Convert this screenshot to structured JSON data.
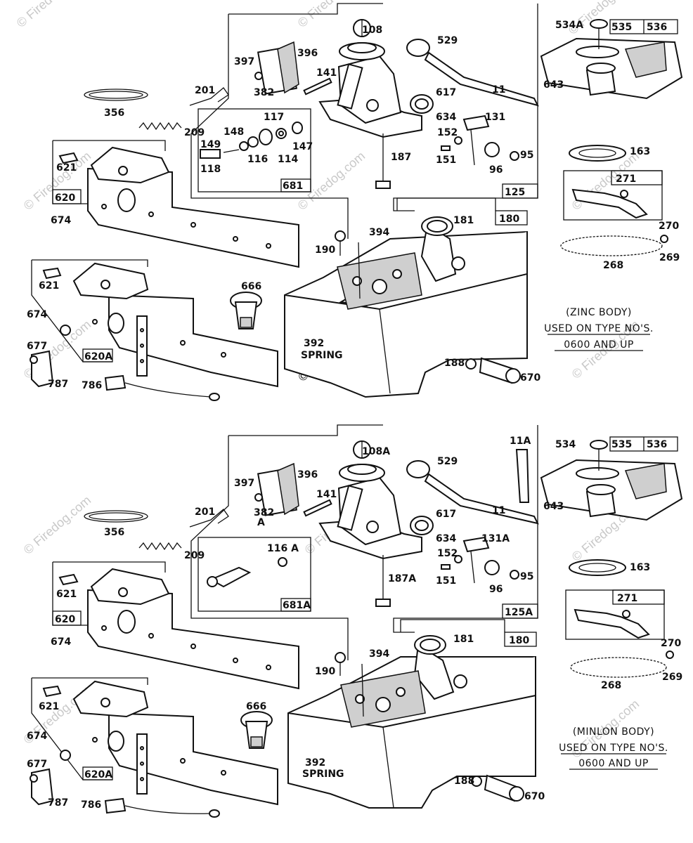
{
  "parts_upper": [
    {
      "id": "u108",
      "label": "108"
    },
    {
      "id": "u529",
      "label": "529"
    },
    {
      "id": "u534a",
      "label": "534A"
    },
    {
      "id": "u535",
      "label": "535"
    },
    {
      "id": "u536",
      "label": "536"
    },
    {
      "id": "u397",
      "label": "397"
    },
    {
      "id": "u396",
      "label": "396"
    },
    {
      "id": "u141",
      "label": "141"
    },
    {
      "id": "u11",
      "label": "11"
    },
    {
      "id": "u643",
      "label": "643"
    },
    {
      "id": "u201",
      "label": "201"
    },
    {
      "id": "u382",
      "label": "382"
    },
    {
      "id": "u617",
      "label": "617"
    },
    {
      "id": "u356",
      "label": "356"
    },
    {
      "id": "u117",
      "label": "117"
    },
    {
      "id": "u634",
      "label": "634"
    },
    {
      "id": "u131",
      "label": "131"
    },
    {
      "id": "u148",
      "label": "148"
    },
    {
      "id": "u152",
      "label": "152"
    },
    {
      "id": "u209",
      "label": "209"
    },
    {
      "id": "u149",
      "label": "149"
    },
    {
      "id": "u147",
      "label": "147"
    },
    {
      "id": "u163",
      "label": "163"
    },
    {
      "id": "u187",
      "label": "187"
    },
    {
      "id": "u95",
      "label": "95"
    },
    {
      "id": "u151",
      "label": "151"
    },
    {
      "id": "u118",
      "label": "118"
    },
    {
      "id": "u116",
      "label": "116"
    },
    {
      "id": "u114",
      "label": "114"
    },
    {
      "id": "u96",
      "label": "96"
    },
    {
      "id": "u621",
      "label": "621"
    },
    {
      "id": "u271",
      "label": "271"
    },
    {
      "id": "u681",
      "label": "681"
    },
    {
      "id": "u125",
      "label": "125"
    },
    {
      "id": "u620",
      "label": "620"
    },
    {
      "id": "u181",
      "label": "181"
    },
    {
      "id": "u180",
      "label": "180"
    },
    {
      "id": "u674a",
      "label": "674"
    },
    {
      "id": "u270",
      "label": "270"
    },
    {
      "id": "u394",
      "label": "394"
    },
    {
      "id": "u190",
      "label": "190"
    },
    {
      "id": "u268",
      "label": "268"
    },
    {
      "id": "u269",
      "label": "269"
    },
    {
      "id": "u666",
      "label": "666"
    },
    {
      "id": "u621b",
      "label": "621"
    },
    {
      "id": "u674b",
      "label": "674"
    },
    {
      "id": "u677",
      "label": "677"
    },
    {
      "id": "u620a",
      "label": "620A"
    },
    {
      "id": "u392",
      "label": "392"
    },
    {
      "id": "u392s",
      "label": "SPRING"
    },
    {
      "id": "u188",
      "label": "188"
    },
    {
      "id": "u670",
      "label": "670"
    },
    {
      "id": "u787",
      "label": "787"
    },
    {
      "id": "u786",
      "label": "786"
    }
  ],
  "parts_lower": [
    {
      "id": "l108a",
      "label": "108A"
    },
    {
      "id": "l11a",
      "label": "11A"
    },
    {
      "id": "l534",
      "label": "534"
    },
    {
      "id": "l529",
      "label": "529"
    },
    {
      "id": "l535",
      "label": "535"
    },
    {
      "id": "l536",
      "label": "536"
    },
    {
      "id": "l397",
      "label": "397"
    },
    {
      "id": "l396",
      "label": "396"
    },
    {
      "id": "l141",
      "label": "141"
    },
    {
      "id": "l11",
      "label": "11"
    },
    {
      "id": "l643",
      "label": "643"
    },
    {
      "id": "l201",
      "label": "201"
    },
    {
      "id": "l382",
      "label": "382"
    },
    {
      "id": "l382a",
      "label": "A"
    },
    {
      "id": "l617",
      "label": "617"
    },
    {
      "id": "l356",
      "label": "356"
    },
    {
      "id": "l634",
      "label": "634"
    },
    {
      "id": "l131a",
      "label": "131A"
    },
    {
      "id": "l209",
      "label": "209"
    },
    {
      "id": "l116a",
      "label": "116 A"
    },
    {
      "id": "l152",
      "label": "152"
    },
    {
      "id": "l163",
      "label": "163"
    },
    {
      "id": "l95",
      "label": "95"
    },
    {
      "id": "l151",
      "label": "151"
    },
    {
      "id": "l96",
      "label": "96"
    },
    {
      "id": "l621",
      "label": "621"
    },
    {
      "id": "l187a",
      "label": "187A"
    },
    {
      "id": "l271",
      "label": "271"
    },
    {
      "id": "l681a",
      "label": "681A"
    },
    {
      "id": "l620",
      "label": "620"
    },
    {
      "id": "l125a",
      "label": "125A"
    },
    {
      "id": "l674a",
      "label": "674"
    },
    {
      "id": "l181",
      "label": "181"
    },
    {
      "id": "l180",
      "label": "180"
    },
    {
      "id": "l270",
      "label": "270"
    },
    {
      "id": "l394",
      "label": "394"
    },
    {
      "id": "l190",
      "label": "190"
    },
    {
      "id": "l268",
      "label": "268"
    },
    {
      "id": "l269",
      "label": "269"
    },
    {
      "id": "l666",
      "label": "666"
    },
    {
      "id": "l621b",
      "label": "621"
    },
    {
      "id": "l674b",
      "label": "674"
    },
    {
      "id": "l677",
      "label": "677"
    },
    {
      "id": "l620a",
      "label": "620A"
    },
    {
      "id": "l392",
      "label": "392"
    },
    {
      "id": "l392s",
      "label": "SPRING"
    },
    {
      "id": "l188",
      "label": "188"
    },
    {
      "id": "l670",
      "label": "670"
    },
    {
      "id": "l787",
      "label": "787"
    },
    {
      "id": "l786",
      "label": "786"
    }
  ],
  "notes": {
    "zinc": [
      "(ZINC BODY)",
      "USED ON TYPE NO'S.",
      "0600 AND UP"
    ],
    "minlon": [
      "(MINLON BODY)",
      "USED ON TYPE NO'S.",
      "0600 AND UP"
    ]
  },
  "watermark": "© Firedog.com"
}
